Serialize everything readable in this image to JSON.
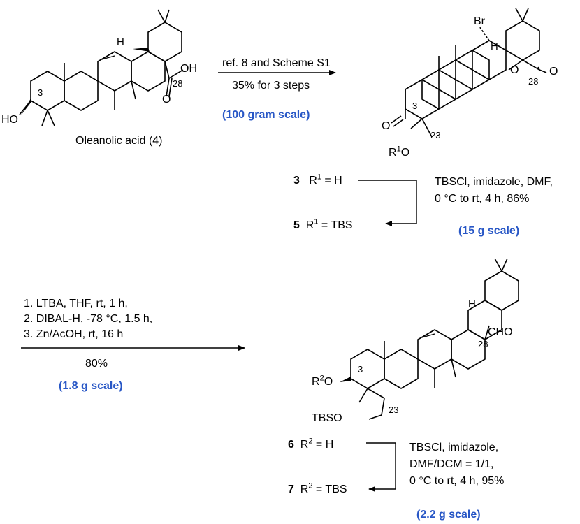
{
  "compound4": {
    "name": "Oleanolic acid (4)",
    "oh": "OH",
    "ho": "HO",
    "o": "O",
    "h": "H",
    "c3": "3",
    "c28": "28"
  },
  "step1": {
    "line1": "ref. 8 and Scheme S1",
    "line2": "35% for 3 steps",
    "scale": "(100 gram scale)"
  },
  "compound3": {
    "br": "Br",
    "h": "H",
    "o_ring": "O",
    "o_carbonyl": "O",
    "o_ketone": "O",
    "c3": "3",
    "c28": "28",
    "c23": "23",
    "r1o_r": "R",
    "r1o_sup": "1",
    "r1o_o": "O"
  },
  "rows_a": {
    "num3": "3",
    "r3_prefix": "R",
    "r3_sup": "1",
    "r3_rest": " = H",
    "num5": "5",
    "r5_prefix": "R",
    "r5_sup": "1",
    "r5_rest": " = TBS"
  },
  "step2": {
    "line1": "TBSCl, imidazole, DMF,",
    "line2": "0 °C to rt, 4 h, 86%",
    "scale": "(15 g scale)"
  },
  "step3": {
    "line1": "1. LTBA, THF, rt, 1 h,",
    "line2": "2. DIBAL-H, -78 °C, 1.5 h,",
    "line3": "3. Zn/AcOH, rt, 16 h",
    "yield": "80%",
    "scale": "(1.8 g scale)"
  },
  "compound6": {
    "h": "H",
    "cho": "CHO",
    "c28": "28",
    "c3": "3",
    "c23": "23",
    "r2o_r": "R",
    "r2o_sup": "2",
    "r2o_o": "O",
    "tbso": "TBSO"
  },
  "rows_b": {
    "num6": "6",
    "r6_prefix": "R",
    "r6_sup": "2",
    "r6_rest": " = H",
    "num7": "7",
    "r7_prefix": "R",
    "r7_sup": "2",
    "r7_rest": " = TBS"
  },
  "step4": {
    "line1": "TBSCl, imidazole,",
    "line2": "DMF/DCM = 1/1,",
    "line3": "0 °C to rt, 4 h, 95%",
    "scale": "(2.2 g scale)"
  },
  "colors": {
    "scale_text": "#2857c6",
    "lines": "#000000"
  }
}
